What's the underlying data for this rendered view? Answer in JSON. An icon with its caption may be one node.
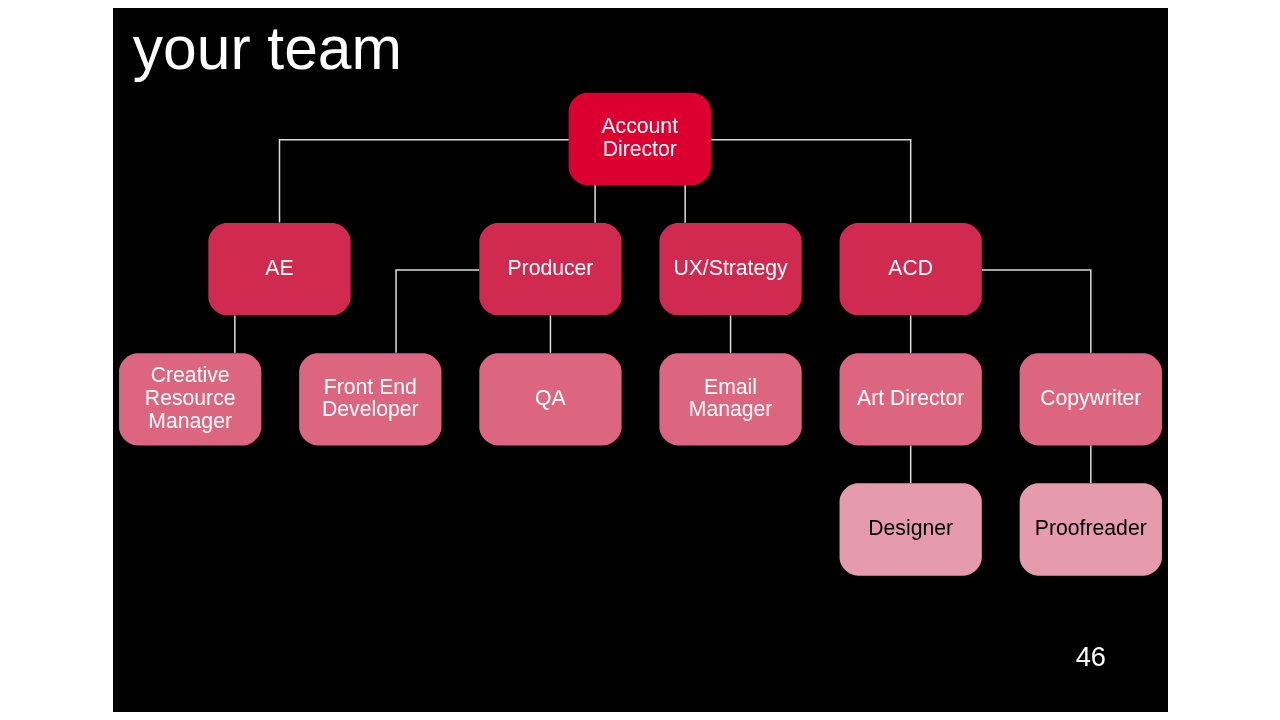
{
  "diagram": {
    "title": "your team",
    "nodes": [
      {
        "text": [
          "Account Director"
        ]
      },
      {
        "text": [
          "AE"
        ]
      },
      {
        "text": [
          "Producer"
        ]
      },
      {
        "text": [
          "UX/Strategy"
        ]
      },
      {
        "text": [
          "ACD"
        ]
      },
      {
        "text": [
          "Creative Resource Manager"
        ]
      },
      {
        "text": [
          "Front End Developer"
        ]
      },
      {
        "text": [
          "QA"
        ]
      },
      {
        "text": [
          "Email Manager"
        ]
      },
      {
        "text": [
          "Art Director"
        ]
      },
      {
        "text": [
          "Copywriter"
        ]
      },
      {
        "text": [
          "Designer"
        ]
      },
      {
        "text": [
          "Proofreader"
        ]
      }
    ],
    "edges": [
      {
        "from": 0,
        "to": 1,
        "arrow": "none"
      },
      {
        "from": 0,
        "to": 2,
        "arrow": "none"
      },
      {
        "from": 0,
        "to": 3,
        "arrow": "none"
      },
      {
        "from": 0,
        "to": 4,
        "arrow": "none"
      },
      {
        "from": 1,
        "to": 5,
        "arrow": "none"
      },
      {
        "from": 2,
        "to": 6,
        "arrow": "none"
      },
      {
        "from": 2,
        "to": 7,
        "arrow": "none"
      },
      {
        "from": 3,
        "to": 8,
        "arrow": "none"
      },
      {
        "from": 4,
        "to": 9,
        "arrow": "none"
      },
      {
        "from": 4,
        "to": 10,
        "arrow": "none"
      },
      {
        "from": 9,
        "to": 11,
        "arrow": "none"
      },
      {
        "from": 10,
        "to": 12,
        "arrow": "none"
      }
    ],
    "labels": [
      "46"
    ]
  }
}
